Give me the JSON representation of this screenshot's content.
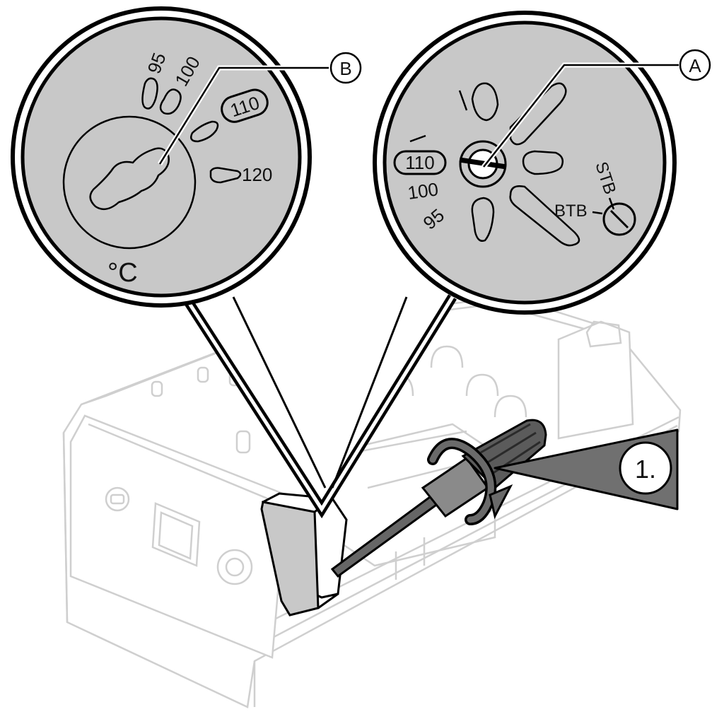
{
  "colors": {
    "lens_fill": "#c8c8c8",
    "outline": "#000000",
    "unit_outline": "#cfcfcf",
    "pointer_fill": "#707070",
    "badge_fill": "#ffffff"
  },
  "callout_left": {
    "letter": "B",
    "labels": {
      "t95": "95",
      "t100": "100",
      "t110": "110",
      "t120": "120"
    },
    "unit": "°C"
  },
  "callout_right": {
    "letter": "A",
    "labels": {
      "t110": "110",
      "t100": "100",
      "t95": "95",
      "stb": "STB",
      "btb": "BTB"
    }
  },
  "step": {
    "label": "1."
  },
  "icons": {
    "screwdriver": "screwdriver-icon",
    "rotation_arrow": "rotation-arrow-icon"
  }
}
